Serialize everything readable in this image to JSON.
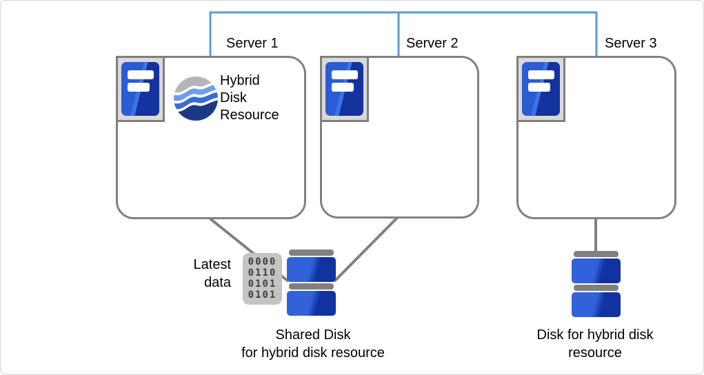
{
  "colors": {
    "network_link": "#5B9BD5",
    "box_border": "#808080",
    "connector_gray": "#808080",
    "server_blue": "#2A5CD4",
    "server_blue_dark": "#14339C",
    "disk_blue": "#3162DA",
    "disk_blue_dark": "#10339F",
    "icon_frame_fill": "#D9D9D9",
    "binary_card_fill": "#C4C4C4",
    "logo_gray": "#B5B5B5",
    "logo_light_blue": "#6D9EE8",
    "logo_mid_blue": "#3A6BD6",
    "logo_navy": "#1C3A84"
  },
  "servers": [
    {
      "label": "Server 1"
    },
    {
      "label": "Server 2"
    },
    {
      "label": "Server 3"
    }
  ],
  "hybrid_resource": {
    "lines": [
      "Hybrid",
      "Disk",
      "Resource"
    ]
  },
  "latest_data": {
    "lines": [
      "Latest",
      "data"
    ]
  },
  "shared_disk": {
    "binary_rows": [
      "0000",
      "0110",
      "0101",
      "0101"
    ],
    "caption": [
      "Shared Disk",
      "for hybrid disk resource"
    ]
  },
  "hybrid_disk": {
    "caption": [
      "Disk for hybrid disk",
      "resource"
    ]
  }
}
